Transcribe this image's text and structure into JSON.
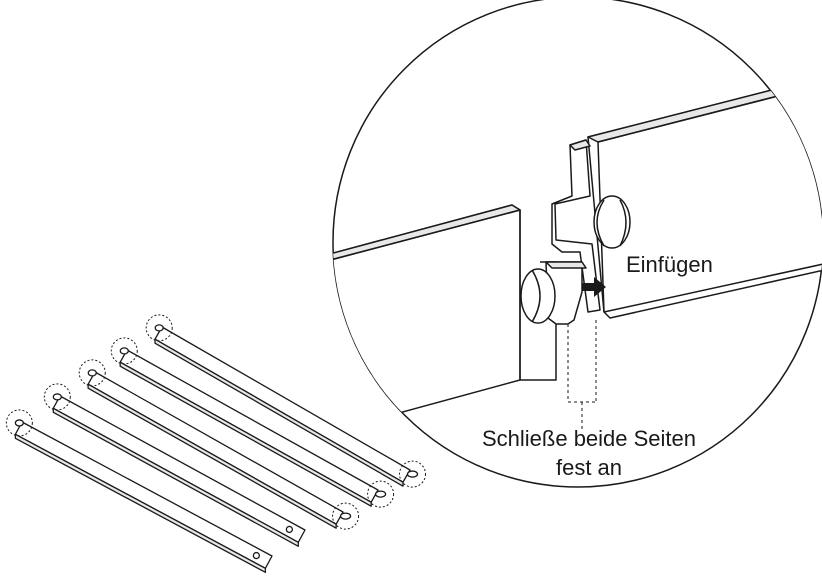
{
  "labels": {
    "insert": "Einfügen",
    "close_line1": "Schließe beide Seiten",
    "close_line2": "fest an"
  },
  "colors": {
    "stroke": "#1a1a1a",
    "fill": "#ffffff",
    "shade": "#e8e8e8"
  },
  "planks": {
    "count": 5
  }
}
